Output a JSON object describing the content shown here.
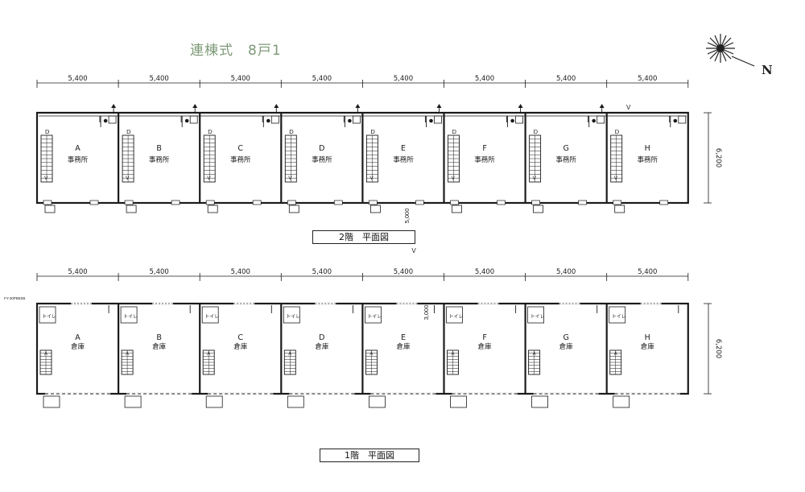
{
  "title": "連棟式　8戸1",
  "north_label": "N",
  "floor2": {
    "caption": "2階　平面図",
    "span_labels": [
      "5,400",
      "5,400",
      "5,400",
      "5,400",
      "5,400",
      "5,400",
      "5,400",
      "5,400"
    ],
    "depth_label": "6,200",
    "mid_label": "5,000",
    "units": [
      {
        "letter": "A",
        "use": "事務所"
      },
      {
        "letter": "B",
        "use": "事務所"
      },
      {
        "letter": "C",
        "use": "事務所"
      },
      {
        "letter": "D",
        "use": "事務所"
      },
      {
        "letter": "E",
        "use": "事務所"
      },
      {
        "letter": "F",
        "use": "事務所"
      },
      {
        "letter": "G",
        "use": "事務所"
      },
      {
        "letter": "H",
        "use": "事務所"
      }
    ],
    "stair_mark_top": "D",
    "stair_mark_bottom": "V",
    "corner_mark": "V"
  },
  "floor1": {
    "caption": "1階　平面図",
    "span_labels": [
      "5,400",
      "5,400",
      "5,400",
      "5,400",
      "5,400",
      "5,400",
      "5,400",
      "5,400"
    ],
    "depth_label": "6,200",
    "mid_label": "3,000",
    "side_note": "FY-30PB5SB",
    "toilet_label": "トイレ",
    "units": [
      {
        "letter": "A",
        "use": "倉庫"
      },
      {
        "letter": "B",
        "use": "倉庫"
      },
      {
        "letter": "C",
        "use": "倉庫"
      },
      {
        "letter": "D",
        "use": "倉庫"
      },
      {
        "letter": "E",
        "use": "倉庫"
      },
      {
        "letter": "F",
        "use": "倉庫"
      },
      {
        "letter": "G",
        "use": "倉庫"
      },
      {
        "letter": "H",
        "use": "倉庫"
      }
    ],
    "stair_mark": "A"
  },
  "between_mark": "V"
}
